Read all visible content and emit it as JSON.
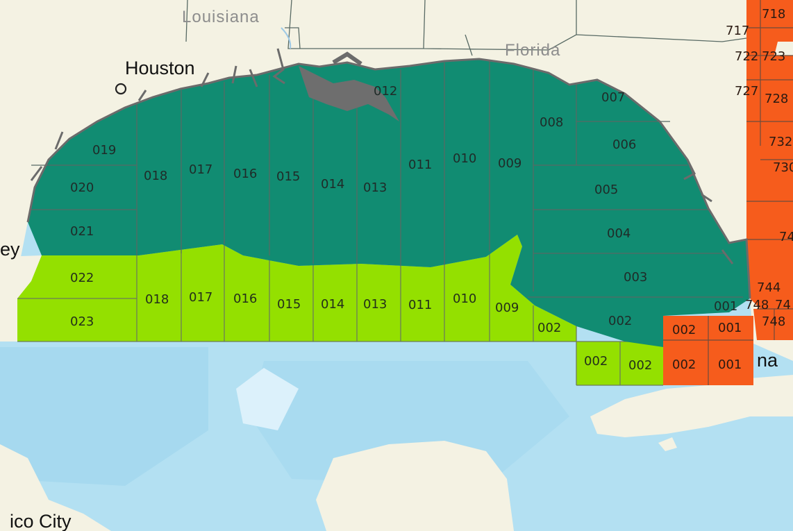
{
  "map": {
    "places": {
      "louisiana": "Louisiana",
      "florida": "Florida",
      "houston": "Houston",
      "mexico_city": "ico City",
      "ey": "ey",
      "na": "na"
    },
    "colors": {
      "nearshore_zone": "#118c72",
      "offshore_zone": "#94e000",
      "atlantic_zone": "#f65c1c",
      "gulf_water": "#b3e0f2",
      "land": "#f4f2e3",
      "coast": "#6b6b6b"
    },
    "icons": {
      "houston_marker": "city-circle-marker"
    },
    "nearshore_labels": {
      "z019": "019",
      "z020": "020",
      "z021": "021",
      "z018": "018",
      "z017": "017",
      "z016": "016",
      "z015": "015",
      "z014": "014",
      "z013": "013",
      "z012": "012",
      "z011": "011",
      "z010": "010",
      "z009": "009",
      "z008": "008",
      "z007": "007",
      "z006": "006",
      "z005": "005",
      "z004": "004",
      "z003": "003",
      "z002": "002",
      "z001": "001"
    },
    "offshore_labels": {
      "z022": "022",
      "z023": "023",
      "z018": "018",
      "z017": "017",
      "z016": "016",
      "z015": "015",
      "z014": "014",
      "z013": "013",
      "z011": "011",
      "z010": "010",
      "z009": "009",
      "z002a": "002",
      "z002b": "002",
      "z002c": "002"
    },
    "atlantic_labels": {
      "z718": "718",
      "z717": "717",
      "z722": "722",
      "z723": "723",
      "z727": "727",
      "z728": "728",
      "z732": "732",
      "z730": "730",
      "z74x": "74",
      "z744": "744",
      "z748a": "748",
      "z74y": "74",
      "z748b": "748",
      "z002a": "002",
      "z001a": "001",
      "z002b": "002",
      "z001b": "001"
    }
  }
}
